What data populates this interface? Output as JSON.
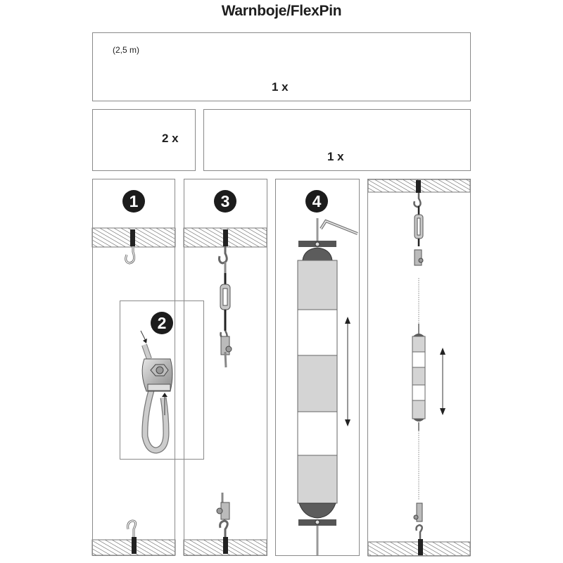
{
  "title": "Warnboje/FlexPin",
  "parts": {
    "buoy": {
      "length_label": "(2,5 m)",
      "quantity": "1 x"
    },
    "wire_clamp": {
      "quantity": "2 x"
    },
    "turnbuckle": {
      "quantity": "1 x"
    }
  },
  "steps": [
    {
      "number": "1",
      "description": "ceiling hook"
    },
    {
      "number": "2",
      "description": "wire rope clip loop"
    },
    {
      "number": "3",
      "description": "turnbuckle attached"
    },
    {
      "number": "4",
      "description": "buoy mounted with hex key"
    }
  ],
  "colors": {
    "buoy_gray": "#d4d4d4",
    "buoy_white": "#ffffff",
    "buoy_cap": "#5c5c5c",
    "hatch": "#555555",
    "badge": "#1c1c1c",
    "border": "#8a8a8a"
  }
}
